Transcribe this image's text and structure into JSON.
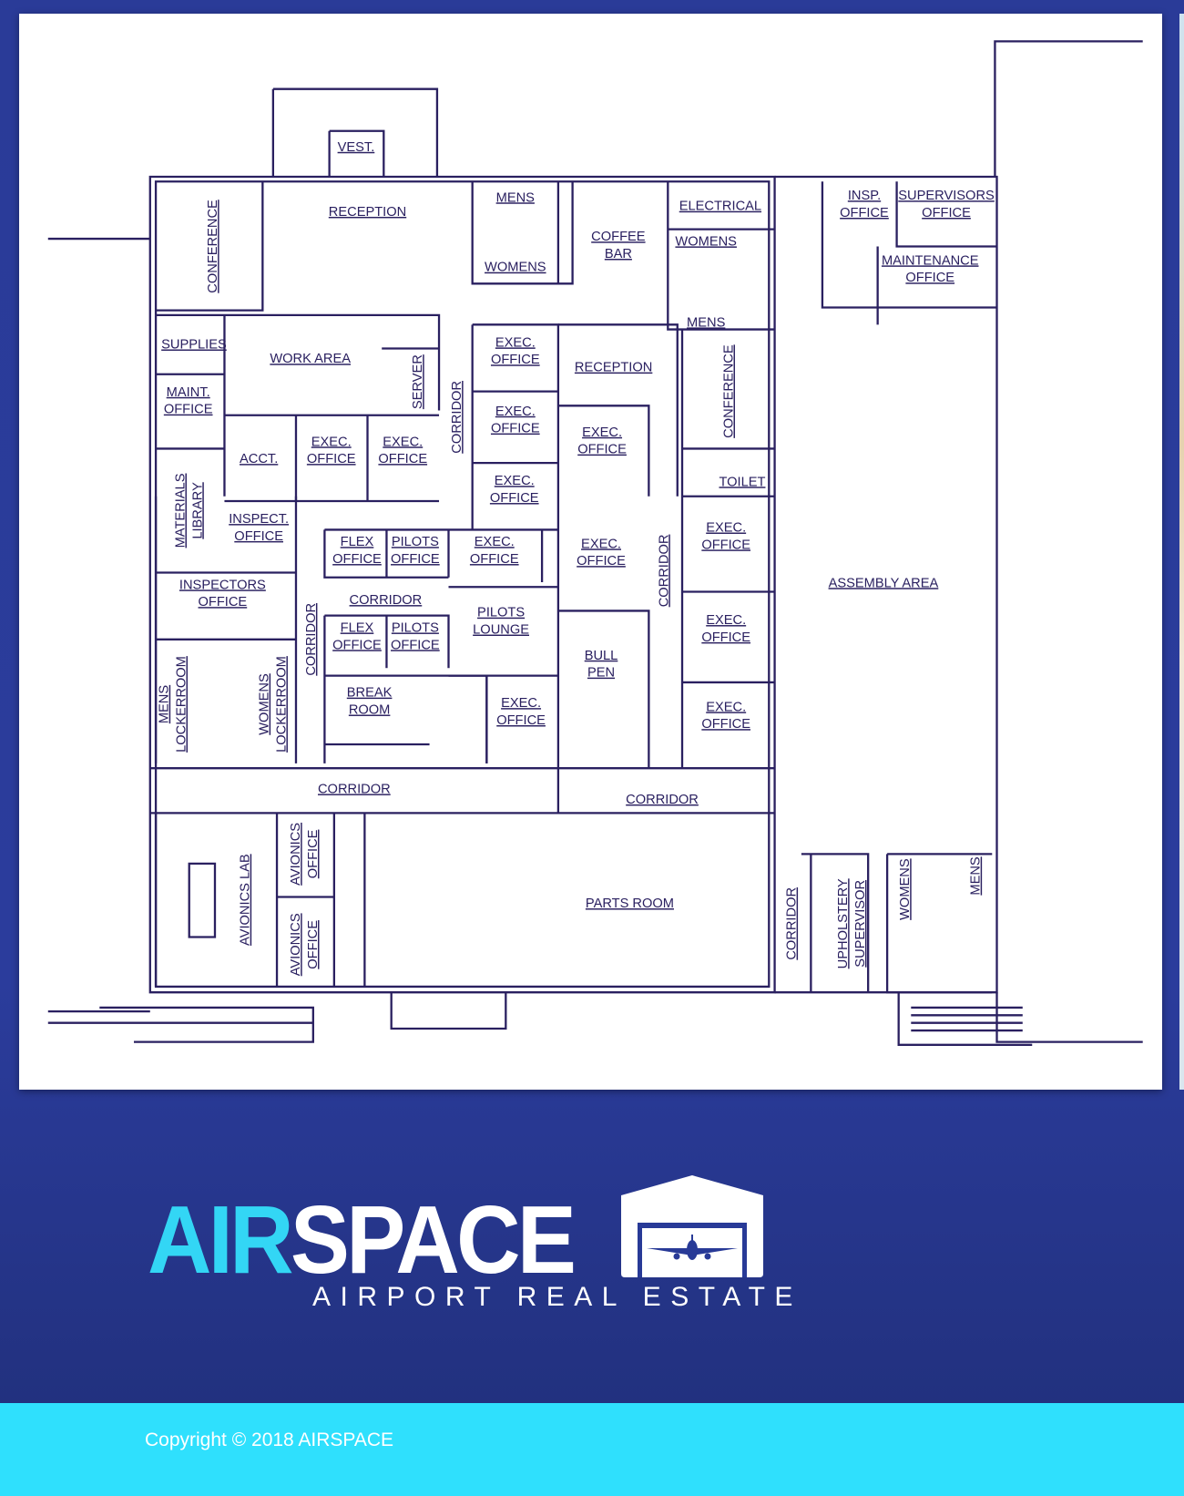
{
  "floorplan": {
    "rooms": [
      {
        "lines": [
          "VEST."
        ]
      },
      {
        "lines": [
          "CONFERENCE"
        ]
      },
      {
        "lines": [
          "RECEPTION"
        ]
      },
      {
        "lines": [
          "MENS"
        ]
      },
      {
        "lines": [
          "WOMENS"
        ]
      },
      {
        "lines": [
          "COFFEE",
          "BAR"
        ]
      },
      {
        "lines": [
          "ELECTRICAL"
        ]
      },
      {
        "lines": [
          "WOMENS"
        ]
      },
      {
        "lines": [
          "MENS"
        ]
      },
      {
        "lines": [
          "INSP.",
          "OFFICE"
        ]
      },
      {
        "lines": [
          "SUPERVISORS",
          "OFFICE"
        ]
      },
      {
        "lines": [
          "MAINTENANCE",
          "OFFICE"
        ]
      },
      {
        "lines": [
          "SUPPLIES"
        ]
      },
      {
        "lines": [
          "WORK AREA"
        ]
      },
      {
        "lines": [
          "SERVER"
        ]
      },
      {
        "lines": [
          "CORRIDOR"
        ]
      },
      {
        "lines": [
          "EXEC.",
          "OFFICE"
        ]
      },
      {
        "lines": [
          "RECEPTION"
        ]
      },
      {
        "lines": [
          "CONFERENCE"
        ]
      },
      {
        "lines": [
          "MAINT.",
          "OFFICE"
        ]
      },
      {
        "lines": [
          "EXEC.",
          "OFFICE"
        ]
      },
      {
        "lines": [
          "EXEC.",
          "OFFICE"
        ]
      },
      {
        "lines": [
          "ACCT."
        ]
      },
      {
        "lines": [
          "EXEC.",
          "OFFICE"
        ]
      },
      {
        "lines": [
          "EXEC.",
          "OFFICE"
        ]
      },
      {
        "lines": [
          "TOILET"
        ]
      },
      {
        "lines": [
          "EXEC.",
          "OFFICE"
        ]
      },
      {
        "lines": [
          "MATERIALS",
          "LIBRARY"
        ]
      },
      {
        "lines": [
          "INSPECT.",
          "OFFICE"
        ]
      },
      {
        "lines": [
          "EXEC.",
          "OFFICE"
        ]
      },
      {
        "lines": [
          "FLEX",
          "OFFICE"
        ]
      },
      {
        "lines": [
          "PILOTS",
          "OFFICE"
        ]
      },
      {
        "lines": [
          "EXEC.",
          "OFFICE"
        ]
      },
      {
        "lines": [
          "EXEC.",
          "OFFICE"
        ]
      },
      {
        "lines": [
          "CORRIDOR"
        ]
      },
      {
        "lines": [
          "ASSEMBLY AREA"
        ]
      },
      {
        "lines": [
          "INSPECTORS",
          "OFFICE"
        ]
      },
      {
        "lines": [
          "CORRIDOR"
        ]
      },
      {
        "lines": [
          "PILOTS",
          "LOUNGE"
        ]
      },
      {
        "lines": [
          "CORRIDOR"
        ]
      },
      {
        "lines": [
          "FLEX",
          "OFFICE"
        ]
      },
      {
        "lines": [
          "PILOTS",
          "OFFICE"
        ]
      },
      {
        "lines": [
          "EXEC.",
          "OFFICE"
        ]
      },
      {
        "lines": [
          "BULL",
          "PEN"
        ]
      },
      {
        "lines": [
          "MENS",
          "LOCKERROOM"
        ]
      },
      {
        "lines": [
          "WOMENS",
          "LOCKERROOM"
        ]
      },
      {
        "lines": [
          "BREAK",
          "ROOM"
        ]
      },
      {
        "lines": [
          "EXEC.",
          "OFFICE"
        ]
      },
      {
        "lines": [
          "EXEC.",
          "OFFICE"
        ]
      },
      {
        "lines": [
          "CORRIDOR"
        ]
      },
      {
        "lines": [
          "CORRIDOR"
        ]
      },
      {
        "lines": [
          "AVIONICS LAB"
        ]
      },
      {
        "lines": [
          "AVIONICS",
          "OFFICE"
        ]
      },
      {
        "lines": [
          "AVIONICS",
          "OFFICE"
        ]
      },
      {
        "lines": [
          "PARTS ROOM"
        ]
      },
      {
        "lines": [
          "CORRIDOR"
        ]
      },
      {
        "lines": [
          "UPHOLSTERY",
          "SUPERVISOR"
        ]
      },
      {
        "lines": [
          "WOMENS"
        ]
      },
      {
        "lines": [
          "MENS"
        ]
      }
    ]
  },
  "logo": {
    "brand_part1": "AIR",
    "brand_part2": "SPACE",
    "tagline": "AIRPORT REAL ESTATE",
    "icon": "hangar-airplane-icon"
  },
  "footer": {
    "copyright": "Copyright © 2018 AIRSPACE"
  },
  "colors": {
    "background": "#283a97",
    "footer": "#2fe0fd",
    "logo_accent": "#33d6f5",
    "plan_ink": "#2a2060"
  }
}
